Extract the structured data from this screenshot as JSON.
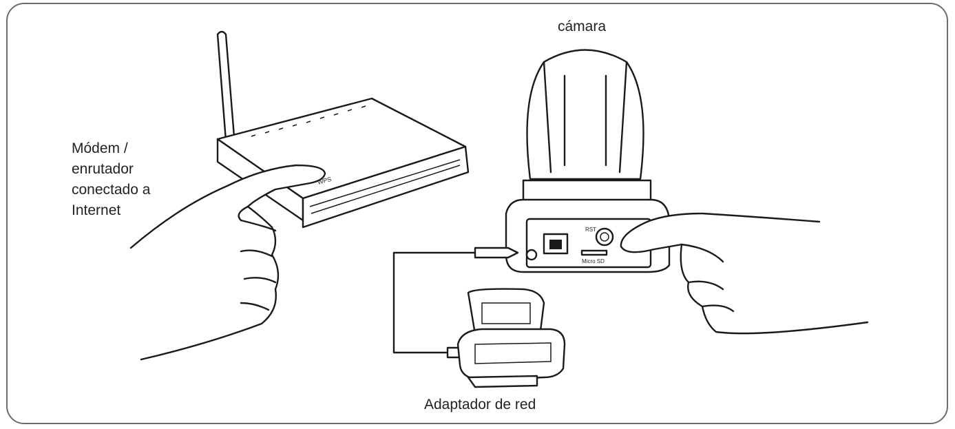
{
  "labels": {
    "camera": "cámara",
    "router_lines": [
      "Módem /",
      "enrutador",
      "conectado a",
      "Internet"
    ],
    "adapter": "Adaptador de red"
  },
  "printed_marks": {
    "router_button": "WPS",
    "camera_reset": "RST",
    "camera_card_slot": "Micro SD"
  },
  "colors": {
    "frame": "#6b6b6b",
    "line": "#1a1a1a",
    "text": "#222222"
  }
}
